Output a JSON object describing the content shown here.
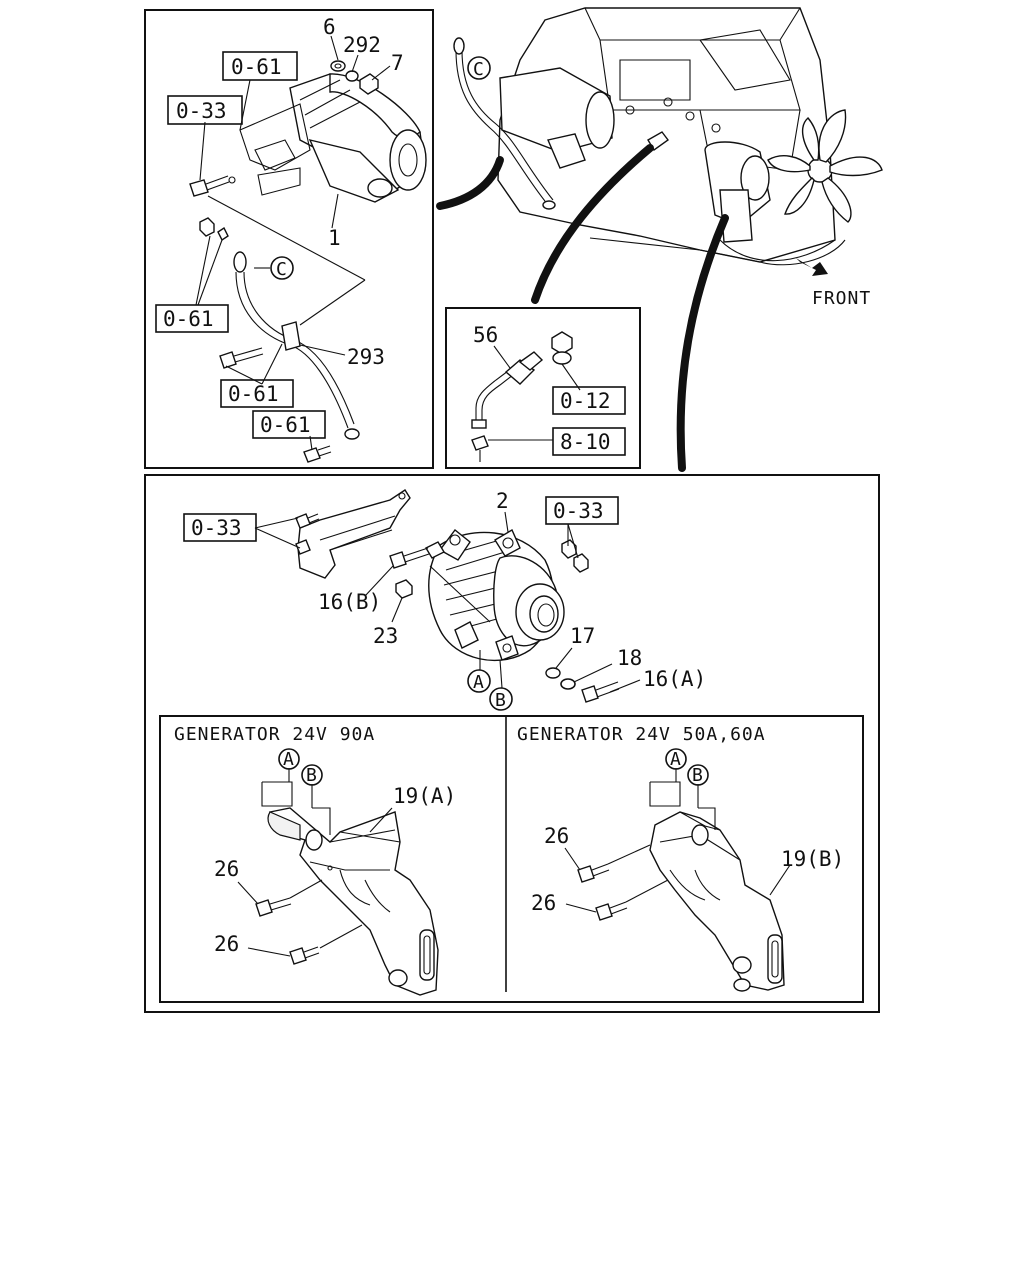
{
  "labels": {
    "ref_0_61": "0-61",
    "ref_0_33": "0-33",
    "ref_0_12": "0-12",
    "ref_8_10": "8-10",
    "n6": "6",
    "n292": "292",
    "n7": "7",
    "n1": "1",
    "n293": "293",
    "n56": "56",
    "n2": "2",
    "n16b": "16(B)",
    "n23": "23",
    "n17": "17",
    "n18": "18",
    "n16a": "16(A)",
    "n19a": "19(A)",
    "n19b": "19(B)",
    "n26": "26",
    "front": "FRONT",
    "circle_c": "C",
    "circle_a": "A",
    "circle_b": "B"
  },
  "captions": {
    "gen_90a": "GENERATOR 24V 90A",
    "gen_50_60a": "GENERATOR 24V 50A,60A"
  }
}
